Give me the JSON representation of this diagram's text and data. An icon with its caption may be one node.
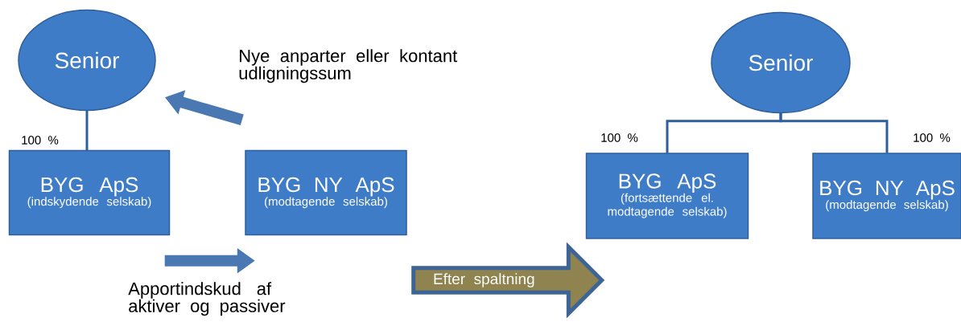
{
  "diagram": {
    "nodes": [
      {
        "text": [
          "Senior"
        ]
      },
      {
        "text": [
          "BYG ApS",
          "(indskydende selskab)"
        ]
      },
      {
        "text": [
          "BYG NY ApS",
          "(modtagende selskab)"
        ]
      },
      {
        "text": [
          "Efter spaltning"
        ]
      },
      {
        "text": [
          "Senior"
        ]
      },
      {
        "text": [
          "BYG ApS",
          "(fortsættende el. modtagende selskab)"
        ]
      },
      {
        "text": [
          "BYG NY ApS",
          "(modtagende selskab)"
        ]
      }
    ],
    "edges": [
      {
        "from": 0,
        "to": 1,
        "arrow": "none"
      },
      {
        "from": 2,
        "to": 0,
        "arrow": "to",
        "style": "thick"
      },
      {
        "from": 1,
        "to": 2,
        "arrow": "to",
        "style": "thick",
        "label": "Apportindskud af aktiver og passiver"
      },
      {
        "from": 4,
        "to": 5,
        "arrow": "none"
      },
      {
        "from": 4,
        "to": 6,
        "arrow": "none"
      }
    ],
    "labels": [
      "Nye anparter eller kontant udligningssum",
      "100 %",
      "100 %",
      "100 %"
    ]
  }
}
